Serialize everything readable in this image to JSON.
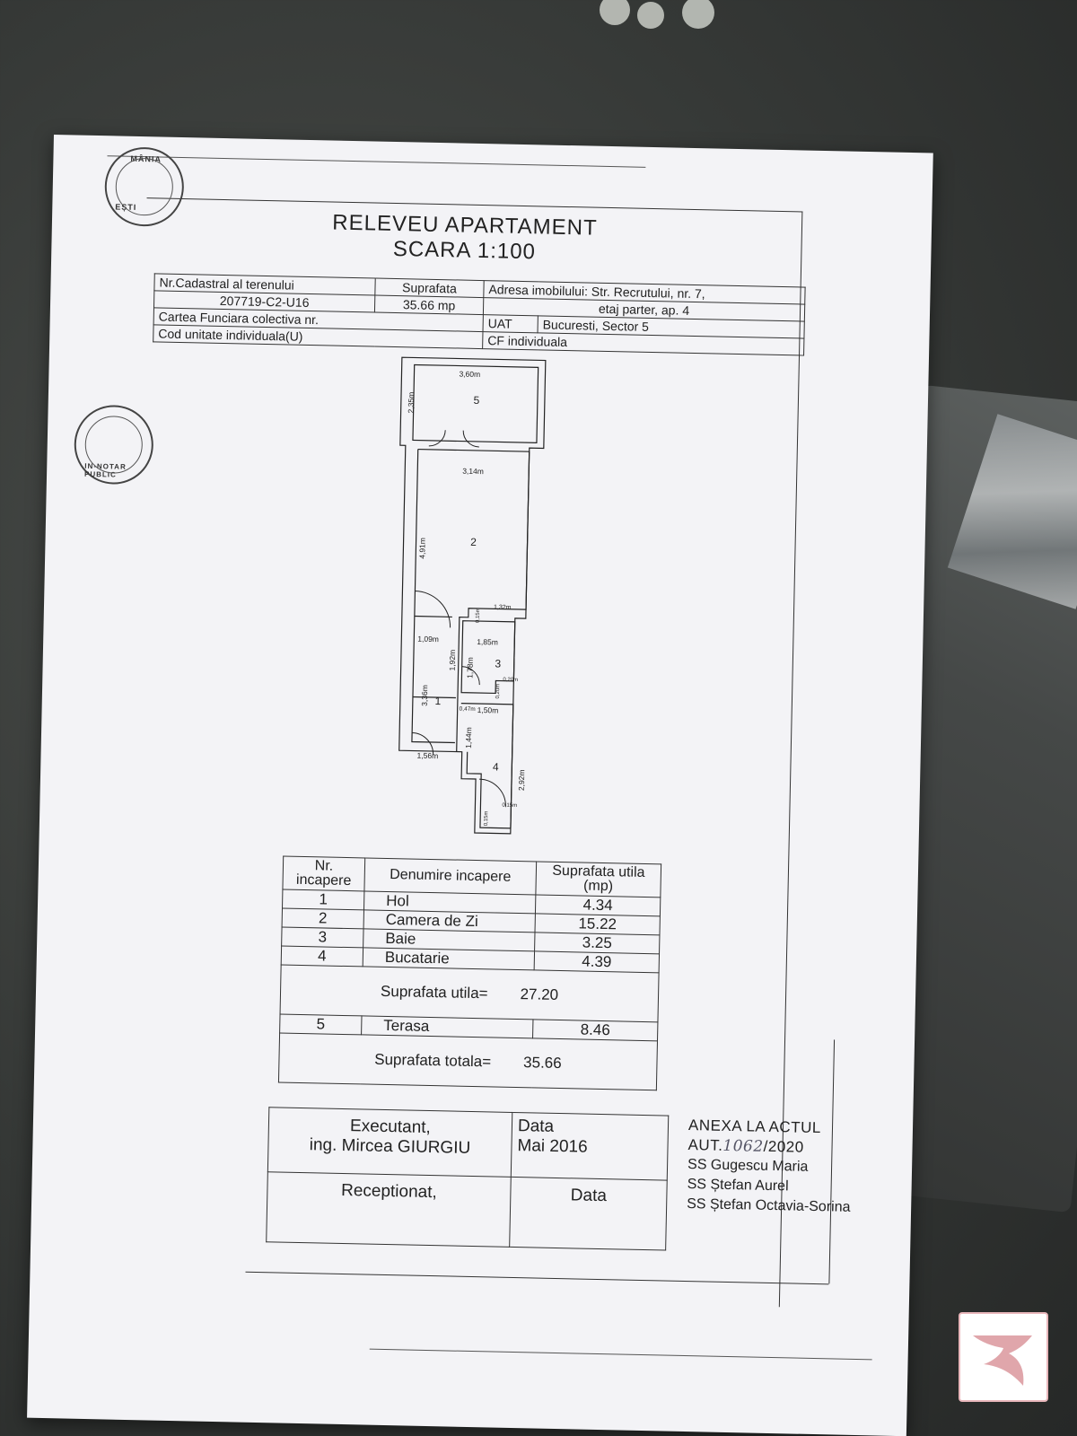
{
  "document": {
    "title": "RELEVEU APARTAMENT",
    "scale": "SCARA 1:100",
    "stamp_text_1": "MÂNIA",
    "stamp_text_2": "EȘTI",
    "stamp_text_3": "IN-NOTAR PUBLIC",
    "info_table": {
      "cadastral_label": "Nr.Cadastral al terenului",
      "cadastral_value": "207719-C2-U16",
      "suprafata_label": "Suprafata",
      "suprafata_value": "35.66 mp",
      "address_label": "Adresa imobilului: Str. Recrutului, nr. 7,",
      "address_line2": "etaj parter, ap. 4",
      "cf_colectiva_label": "Cartea Funciara colectiva nr.",
      "uat_label": "UAT",
      "uat_value": "Bucuresti, Sector 5",
      "cod_unitate_label": "Cod unitate individuala(U)",
      "cf_individuala_label": "CF individuala"
    },
    "plan": {
      "rooms": [
        "5",
        "2",
        "3",
        "1",
        "4"
      ],
      "dims": {
        "r5_width": "3,60m",
        "r5_height": "2,35m",
        "r2_width": "3,14m",
        "r2_height": "4,91m",
        "r2_small_a": "0,15m",
        "r2_small_b": "1,32m",
        "hall_width": "1,09m",
        "hall_h1": "1,92m",
        "hall_height": "3,36m",
        "bath_width": "1,85m",
        "bath_height": "1,78m",
        "bath_step": "0,20m",
        "bath_step2": "0,20m",
        "kitchen_gap": "0,47m",
        "kitchen_width": "1,50m",
        "kitchen_h1": "1,44m",
        "entry_width": "1,56m",
        "kitchen_height": "2,92m",
        "kitchen_step_a": "0,15m",
        "kitchen_step_b": "0,15m"
      }
    },
    "rooms_table": {
      "col_nr": "Nr. incapere",
      "col_name": "Denumire incapere",
      "col_area": "Suprafata utila (mp)",
      "rows": [
        {
          "nr": "1",
          "name": "Hol",
          "area": "4.34"
        },
        {
          "nr": "2",
          "name": "Camera de Zi",
          "area": "15.22"
        },
        {
          "nr": "3",
          "name": "Baie",
          "area": "3.25"
        },
        {
          "nr": "4",
          "name": "Bucatarie",
          "area": "4.39"
        }
      ],
      "utila_label": "Suprafata utila=",
      "utila_value": "27.20",
      "terrace": {
        "nr": "5",
        "name": "Terasa",
        "area": "8.46"
      },
      "totala_label": "Suprafata totala=",
      "totala_value": "35.66"
    },
    "signature_table": {
      "executant_label": "Executant,",
      "executant_name": "ing. Mircea GIURGIU",
      "data_label": "Data",
      "data_value": "Mai 2016",
      "receptionat_label": "Receptionat,",
      "data_label_2": "Data"
    },
    "anexa": {
      "line1": "ANEXA LA ACTUL",
      "line2_prefix": "AUT.",
      "line2_hand": "1062",
      "line2_suffix": "/2020",
      "line3": "SS Gugescu Maria",
      "line4": "SS Ștefan Aurel",
      "line5": "SS Ștefan Octavia-Sorina"
    }
  }
}
